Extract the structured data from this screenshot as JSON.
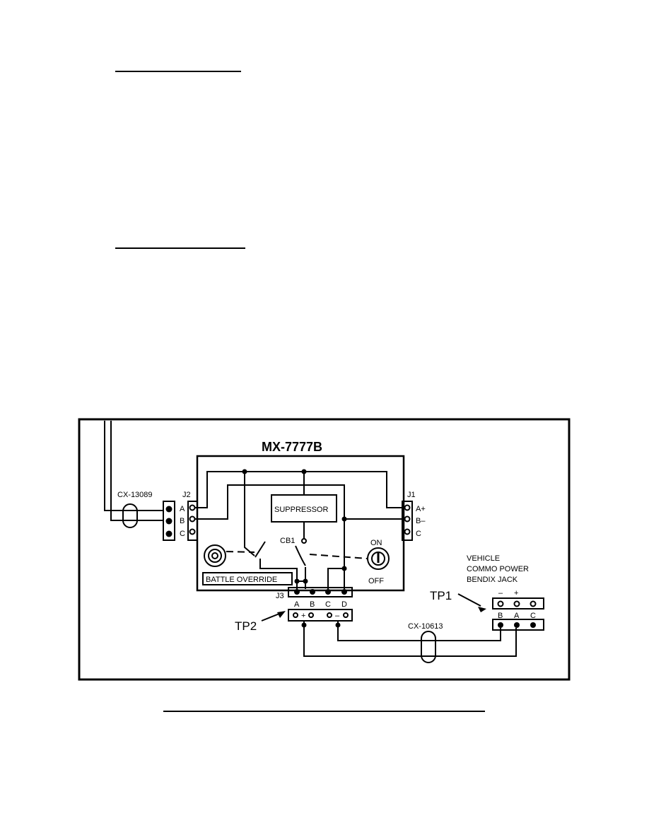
{
  "diagram": {
    "unit_title": "MX-7777B",
    "cable_left": "CX-13089",
    "cable_bottom": "CX-10613",
    "suppressor": "SUPPRESSOR",
    "breaker": "CB1",
    "switch_on": "ON",
    "switch_off": "OFF",
    "battle_override": "BATTLE OVERRIDE",
    "j1": "J1",
    "j2": "J2",
    "j3": "J3",
    "j1_pins": [
      "A+",
      "B–",
      "C"
    ],
    "j2_pins": [
      "A",
      "B",
      "C"
    ],
    "j3_pins": [
      "A",
      "B",
      "C",
      "D"
    ],
    "tp2": "TP2",
    "tp2_marks": [
      "+",
      "–"
    ],
    "tp1": "TP1",
    "tp1_marks": [
      "–",
      "+"
    ],
    "jack_pins": [
      "B",
      "A",
      "C"
    ],
    "vehicle_label": [
      "VEHICLE",
      "COMMO POWER",
      "BENDIX JACK"
    ]
  }
}
